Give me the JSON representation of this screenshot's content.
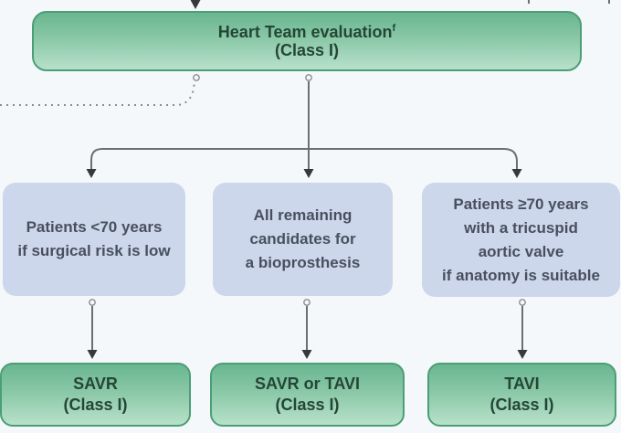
{
  "figure": {
    "type": "flowchart",
    "top_node": {
      "label": "Heart Team evaluation",
      "superscript": "f",
      "class_label": "(Class I)"
    },
    "criteria_nodes": [
      {
        "lines": [
          "Patients <70 years",
          "if surgical risk is low"
        ]
      },
      {
        "lines": [
          "All remaining",
          "candidates for",
          "a bioprosthesis"
        ]
      },
      {
        "lines": [
          "Patients ≥70 years",
          "with a tricuspid",
          "aortic valve",
          "if anatomy is suitable"
        ]
      }
    ],
    "outcome_nodes": [
      {
        "name": "SAVR",
        "class_label": "(Class I)"
      },
      {
        "name": "SAVR or TAVI",
        "class_label": "(Class I)"
      },
      {
        "name": "TAVI",
        "class_label": "(Class I)"
      }
    ],
    "colors": {
      "green_gradient_top": "#69b690",
      "green_gradient_bottom": "#b8e1cb",
      "green_border": "#4b9e76",
      "green_text": "#244636",
      "blue_fill": "#cdd7eb",
      "blue_text": "#48505f",
      "connector_gray": "#6e6e6e",
      "dotted_gray": "#8c8c8c",
      "background": "#f5f8fb"
    }
  }
}
